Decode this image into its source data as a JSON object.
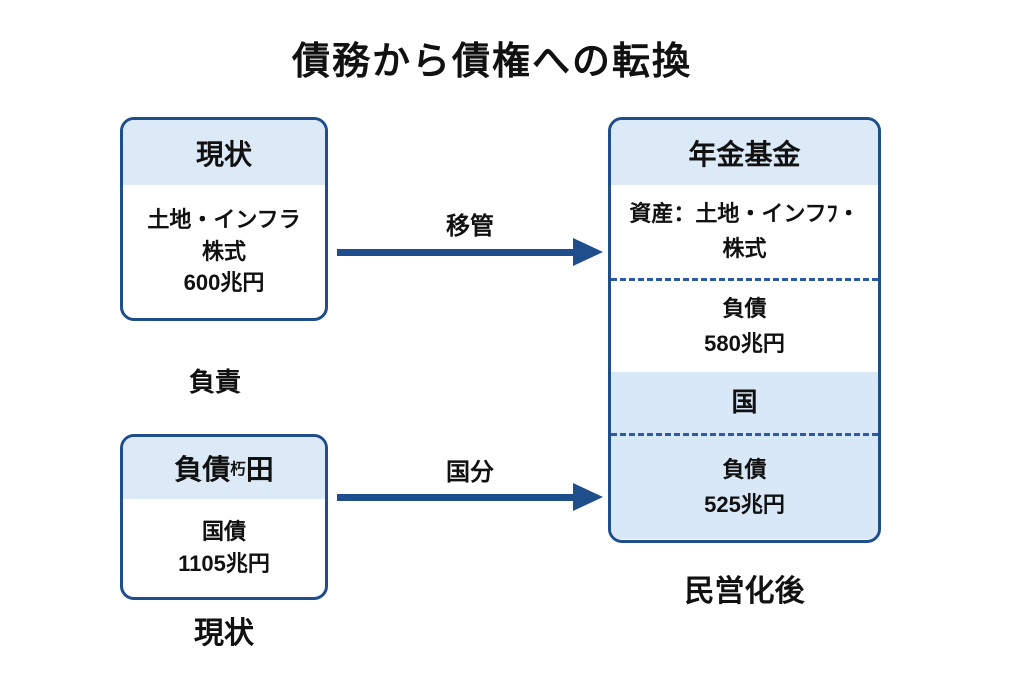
{
  "title": "債務から債権への転換",
  "colors": {
    "box_border": "#1F4E8C",
    "header_fill": "#DCEAF8",
    "section_fill": "#D9E8F7",
    "arrow": "#1F4E8C",
    "dashed_divider": "#2B5AA5",
    "text": "#111111"
  },
  "left_top_box": {
    "header": "現状",
    "lines": [
      "土地・インフラ",
      "株式",
      "600兆円"
    ]
  },
  "middle_label": "負責",
  "left_bottom_box": {
    "header_main": "負債",
    "header_sup": "朽",
    "header_tail": "田",
    "lines": [
      "国債",
      "1105兆円"
    ]
  },
  "left_bottom_caption": "現状",
  "arrows": {
    "top_label": "移管",
    "bottom_label": "国分"
  },
  "right_box": {
    "header": "年金基金",
    "assets_line1": "資産：土地・インフﾌ・",
    "assets_line2": "株式",
    "liability1_label": "負債",
    "liability1_value": "580兆円",
    "country": "国",
    "liability2_label": "負債",
    "liability2_value": "525兆円"
  },
  "right_caption": "民営化後"
}
